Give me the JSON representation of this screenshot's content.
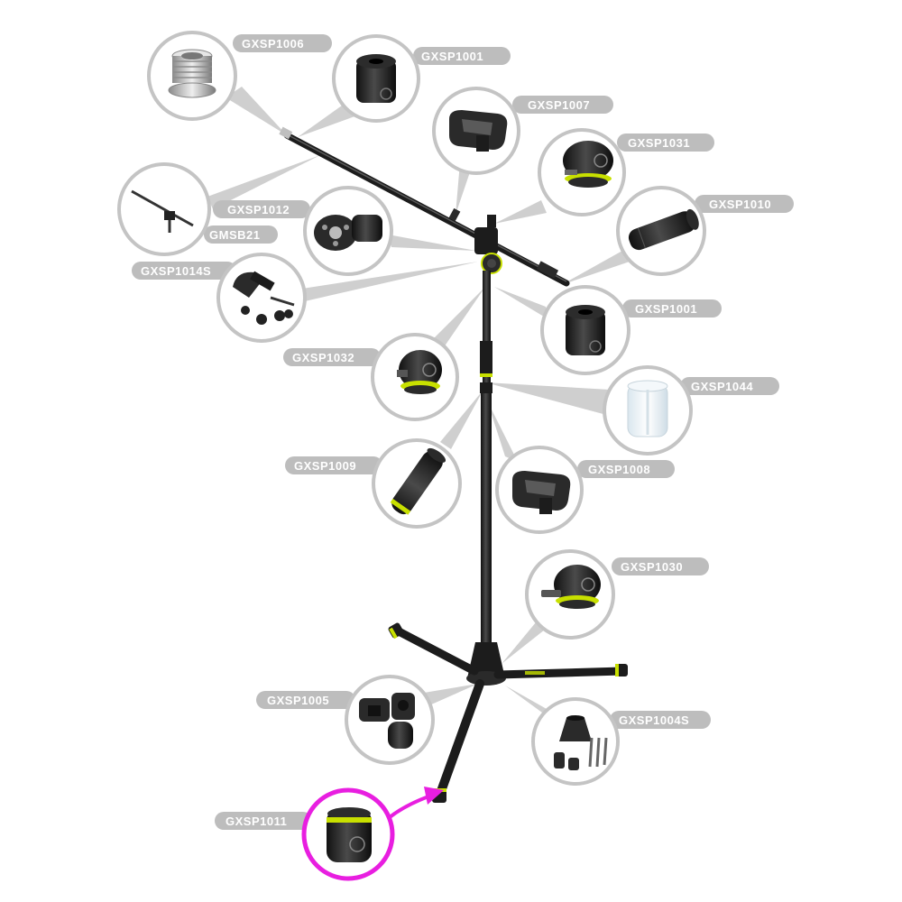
{
  "colors": {
    "callout_grey": "#c4c4c4",
    "label_bg": "#bdbdbd",
    "label_text": "#ffffff",
    "stand_black": "#1c1c1c",
    "accent_green": "#c8e000",
    "highlight_magenta": "#e81ee0",
    "clear_part": "#eaf2f6",
    "metal": "#bfbfbf"
  },
  "callouts": [
    {
      "id": "gxsp1006",
      "label": "GXSP1006",
      "icon": "threaded-adapter-icon"
    },
    {
      "id": "gxsp1001-top",
      "label": "GXSP1001",
      "icon": "end-cap-icon"
    },
    {
      "id": "gxsp1007",
      "label": "GXSP1007",
      "icon": "cable-clip-icon"
    },
    {
      "id": "gxsp1031",
      "label": "GXSP1031",
      "icon": "tilt-knob-icon"
    },
    {
      "id": "gxsp1010",
      "label": "GXSP1010",
      "icon": "tube-insert-icon"
    },
    {
      "id": "gxsp1012",
      "label": "GXSP1012",
      "icon": "boom-joint-icon"
    },
    {
      "id": "gmsb21",
      "label": "GMSB21",
      "icon": "boom-arm-icon"
    },
    {
      "id": "gxsp1014s",
      "label": "GXSP1014S",
      "icon": "clamp-set-icon"
    },
    {
      "id": "gxsp1001-mid",
      "label": "GXSP1001",
      "icon": "end-cap-icon"
    },
    {
      "id": "gxsp1032",
      "label": "GXSP1032",
      "icon": "height-knob-icon"
    },
    {
      "id": "gxsp1044",
      "label": "GXSP1044",
      "icon": "clear-bushing-icon"
    },
    {
      "id": "gxsp1009",
      "label": "GXSP1009",
      "icon": "tube-insert-icon"
    },
    {
      "id": "gxsp1008",
      "label": "GXSP1008",
      "icon": "cable-clip-icon"
    },
    {
      "id": "gxsp1030",
      "label": "GXSP1030",
      "icon": "leg-knob-icon"
    },
    {
      "id": "gxsp1005",
      "label": "GXSP1005",
      "icon": "leg-joint-icon"
    },
    {
      "id": "gxsp1004s",
      "label": "GXSP1004S",
      "icon": "base-hub-set-icon"
    },
    {
      "id": "gxsp1011",
      "label": "GXSP1011",
      "icon": "foot-cap-icon"
    }
  ],
  "highlight": {
    "callout_id": "gxsp1011"
  }
}
